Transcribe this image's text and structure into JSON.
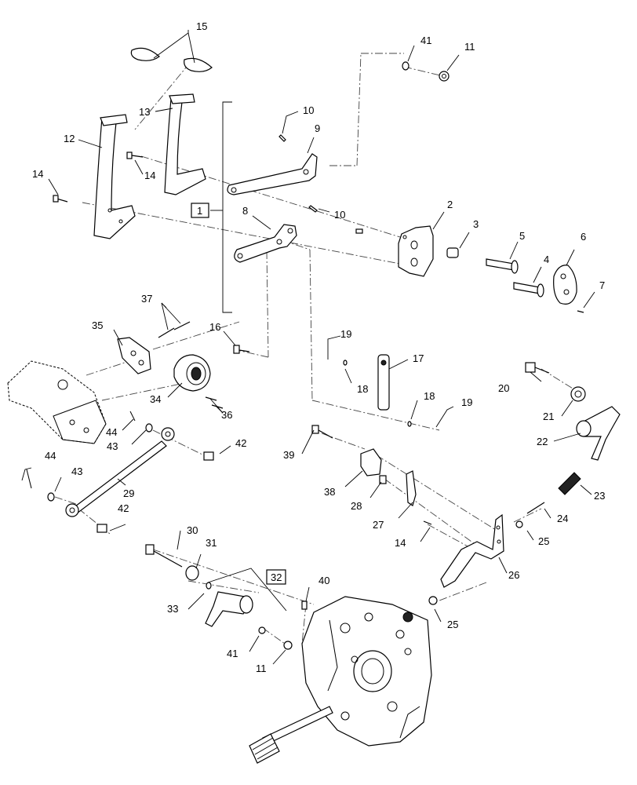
{
  "callouts": [
    {
      "id": "15a",
      "label": "15"
    },
    {
      "id": "13",
      "label": "13"
    },
    {
      "id": "12",
      "label": "12"
    },
    {
      "id": "14a",
      "label": "14"
    },
    {
      "id": "14b",
      "label": "14"
    },
    {
      "id": "10a",
      "label": "10"
    },
    {
      "id": "9",
      "label": "9"
    },
    {
      "id": "41a",
      "label": "41"
    },
    {
      "id": "11a",
      "label": "11"
    },
    {
      "id": "1",
      "label": "1"
    },
    {
      "id": "8",
      "label": "8"
    },
    {
      "id": "10b",
      "label": "10"
    },
    {
      "id": "2",
      "label": "2"
    },
    {
      "id": "3",
      "label": "3"
    },
    {
      "id": "5",
      "label": "5"
    },
    {
      "id": "6",
      "label": "6"
    },
    {
      "id": "4",
      "label": "4"
    },
    {
      "id": "7",
      "label": "7"
    },
    {
      "id": "37",
      "label": "37"
    },
    {
      "id": "35",
      "label": "35"
    },
    {
      "id": "16",
      "label": "16"
    },
    {
      "id": "19a",
      "label": "19"
    },
    {
      "id": "17",
      "label": "17"
    },
    {
      "id": "18a",
      "label": "18"
    },
    {
      "id": "20",
      "label": "20"
    },
    {
      "id": "34",
      "label": "34"
    },
    {
      "id": "36",
      "label": "36"
    },
    {
      "id": "18b",
      "label": "18"
    },
    {
      "id": "19b",
      "label": "19"
    },
    {
      "id": "21",
      "label": "21"
    },
    {
      "id": "44a",
      "label": "44"
    },
    {
      "id": "43a",
      "label": "43"
    },
    {
      "id": "42a",
      "label": "42"
    },
    {
      "id": "22",
      "label": "22"
    },
    {
      "id": "39",
      "label": "39"
    },
    {
      "id": "44b",
      "label": "44"
    },
    {
      "id": "43b",
      "label": "43"
    },
    {
      "id": "23",
      "label": "23"
    },
    {
      "id": "38",
      "label": "38"
    },
    {
      "id": "28",
      "label": "28"
    },
    {
      "id": "29",
      "label": "29"
    },
    {
      "id": "27",
      "label": "27"
    },
    {
      "id": "42b",
      "label": "42"
    },
    {
      "id": "24",
      "label": "24"
    },
    {
      "id": "30",
      "label": "30"
    },
    {
      "id": "14c",
      "label": "14"
    },
    {
      "id": "25a",
      "label": "25"
    },
    {
      "id": "31",
      "label": "31"
    },
    {
      "id": "26",
      "label": "26"
    },
    {
      "id": "32",
      "label": "32"
    },
    {
      "id": "40",
      "label": "40"
    },
    {
      "id": "33",
      "label": "33"
    },
    {
      "id": "25b",
      "label": "25"
    },
    {
      "id": "41b",
      "label": "41"
    },
    {
      "id": "11b",
      "label": "11"
    }
  ]
}
